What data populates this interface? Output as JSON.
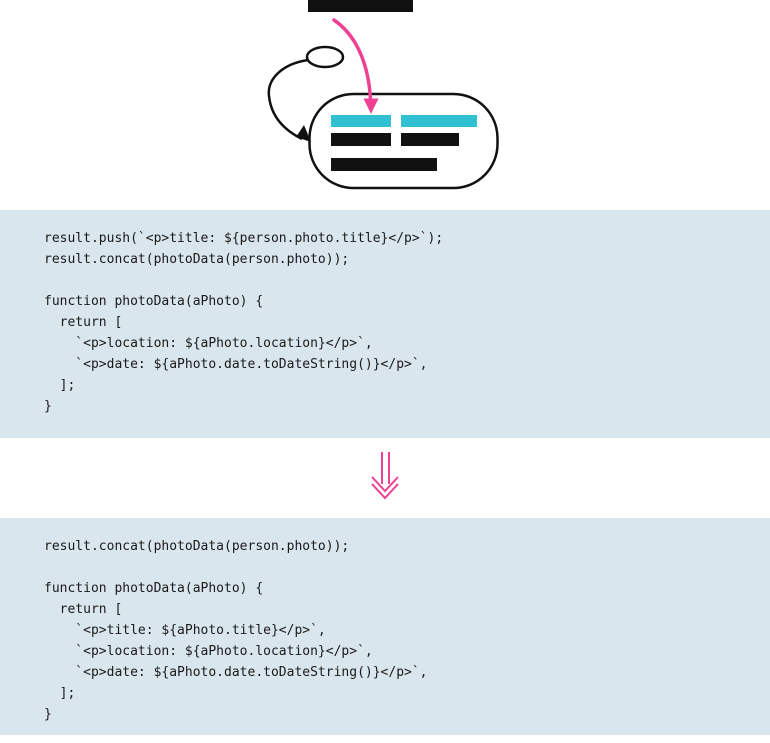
{
  "figure": {
    "description": "Refactoring sketch: statements moved into a function, with before and after code",
    "colors": {
      "highlight_cyan": "#30c0d1",
      "accent_pink": "#ee4192",
      "bar_black": "#111111",
      "outline_black": "#111111",
      "code_background": "#d9e6ed",
      "code_text": "#1a1a1a"
    },
    "icons": [
      {
        "name": "move-statement-arrow-icon",
        "shape": "curved pink arrow pointing into function body"
      },
      {
        "name": "self-reference-arrow-icon",
        "shape": "curved black arrow from ellipse to capsule"
      },
      {
        "name": "transform-arrow-icon",
        "shape": "pink double-line downward arrow between code blocks"
      }
    ]
  },
  "code_before": {
    "lines": [
      "result.push(`<p>title: ${person.photo.title}</p>`);",
      "result.concat(photoData(person.photo));",
      "",
      "function photoData(aPhoto) {",
      "  return [",
      "    `<p>location: ${aPhoto.location}</p>`,",
      "    `<p>date: ${aPhoto.date.toDateString()}</p>`,",
      "  ];",
      "}"
    ]
  },
  "code_after": {
    "lines": [
      "result.concat(photoData(person.photo));",
      "",
      "function photoData(aPhoto) {",
      "  return [",
      "    `<p>title: ${aPhoto.title}</p>`,",
      "    `<p>location: ${aPhoto.location}</p>`,",
      "    `<p>date: ${aPhoto.date.toDateString()}</p>`,",
      "  ];",
      "}"
    ]
  }
}
